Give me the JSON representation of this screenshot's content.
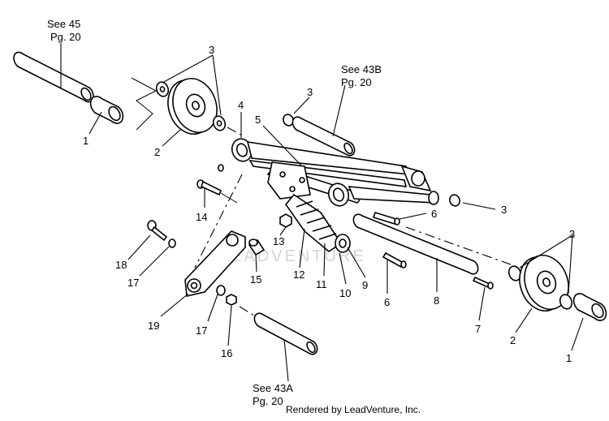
{
  "diagram": {
    "refs": {
      "see45": "See 45",
      "pg20_a": "Pg. 20",
      "see43b": "See 43B",
      "pg20_b": "Pg. 20",
      "see43a": "See 43A",
      "pg20_c": "Pg. 20"
    },
    "callouts": {
      "c1_left": "1",
      "c2_left": "2",
      "c3_top_left": "3",
      "c4": "4",
      "c3_top_mid": "3",
      "c5": "5",
      "c3_right": "3",
      "c6_upper": "6",
      "c14": "14",
      "c13": "13",
      "c12": "12",
      "c11": "11",
      "c10": "10",
      "c9": "9",
      "c6_lower": "6",
      "c8": "8",
      "c7": "7",
      "c3_bottom_right": "3",
      "c2_right": "2",
      "c1_right": "1",
      "c18": "18",
      "c17_upper": "17",
      "c15": "15",
      "c19": "19",
      "c17_lower": "17",
      "c16": "16"
    },
    "watermark": "LEADVENTURE",
    "credit": "Rendered by LeadVenture, Inc."
  }
}
